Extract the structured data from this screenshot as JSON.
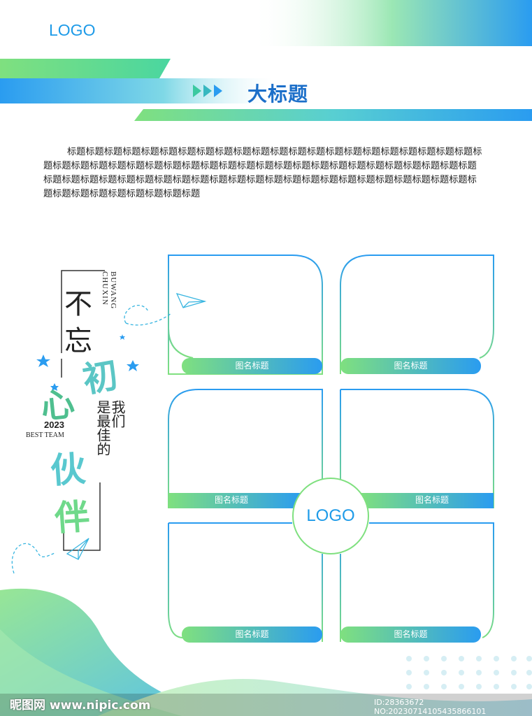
{
  "header": {
    "logo": "LOGO",
    "title": "大标题"
  },
  "body_text": "标题标题标题标题标题标题标题标题标题标题标题标题标题标题标题标题标题标题标题标题标题标题标题标题标题标题标题标题标题标题标题标题标题标题标题标题标题标题标题标题标题标题标题标题标题标题标题标题标题标题标题标题标题标题标题标题标题标题标题标题标题标题标题标题标题标题标题标题标题标题标题标题标题标题标题标题标题标题",
  "slogan": {
    "line1_a": "不",
    "line1_b": "忘",
    "pinyin_1": "BUWANG",
    "pinyin_2": "CHUXIN",
    "art_chu": "初",
    "art_xin": "心",
    "art_huo": "伙",
    "art_ban": "伴",
    "col_a": "我们",
    "col_b": "是最佳的",
    "year": "2023",
    "team": "BEST TEAM"
  },
  "frames": {
    "captions": [
      "图名标题",
      "图名标题",
      "图名标题",
      "图名标题",
      "图名标题",
      "图名标题"
    ],
    "center_logo": "LOGO"
  },
  "watermark": {
    "left": "昵图网 www.nipic.com",
    "right": "ID:28363672 NO:20230714105435866101"
  },
  "colors": {
    "blue": "#1e9be8",
    "green": "#7fe07f",
    "title_blue": "#1c6fc9"
  }
}
